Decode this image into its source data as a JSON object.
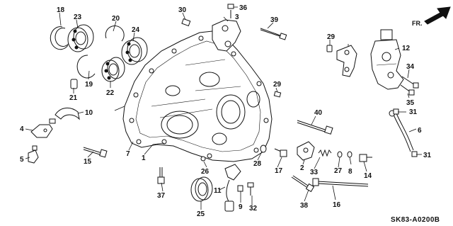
{
  "diagram": {
    "diagram_code": "SK83-A0200B",
    "direction_label": "FR.",
    "callouts": {
      "c1": "1",
      "c2": "2",
      "c3": "3",
      "c4": "4",
      "c5": "5",
      "c6": "6",
      "c7": "7",
      "c8": "8",
      "c9": "9",
      "c10": "10",
      "c11": "11",
      "c12": "12",
      "c14": "14",
      "c15": "15",
      "c16": "16",
      "c17": "17",
      "c18": "18",
      "c19": "19",
      "c20": "20",
      "c21": "21",
      "c22": "22",
      "c23": "23",
      "c24": "24",
      "c25": "25",
      "c26": "26",
      "c27": "27",
      "c28": "28",
      "c29a": "29",
      "c29b": "29",
      "c30": "30",
      "c31a": "31",
      "c31b": "31",
      "c32": "32",
      "c33": "33",
      "c34": "34",
      "c35": "35",
      "c36": "36",
      "c37": "37",
      "c38": "38",
      "c39": "39",
      "c40": "40"
    }
  }
}
